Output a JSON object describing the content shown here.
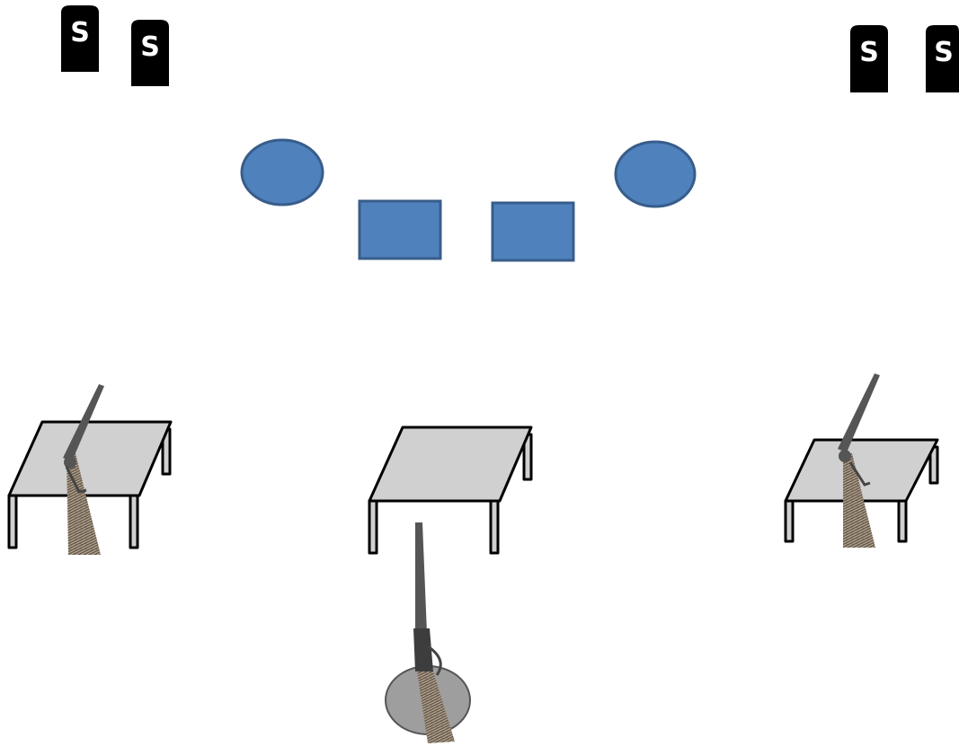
{
  "colors": {
    "background": "#ffffff",
    "shape_fill": "#4f81bd",
    "shape_stroke": "#385d8a",
    "table_top": "#d0d0d0",
    "table_stroke": "#000000",
    "marker_fill": "#000000",
    "marker_text": "#ffffff",
    "base_fill": "#9e9e9e",
    "gun_metal": "#555555",
    "gun_stock": "#7a6a58"
  },
  "markers": [
    {
      "label": "S"
    },
    {
      "label": "S"
    },
    {
      "label": "S"
    },
    {
      "label": "S"
    }
  ],
  "shapes": {
    "ovals": [
      {
        "kind": "oval"
      },
      {
        "kind": "oval"
      }
    ],
    "rectangles": [
      {
        "kind": "rectangle"
      },
      {
        "kind": "rectangle"
      }
    ]
  },
  "tables": [
    {
      "has_gun": true,
      "gun_type": "shotgun"
    },
    {
      "has_gun": false
    },
    {
      "has_gun": true,
      "gun_type": "shotgun"
    }
  ],
  "stand": {
    "gun_type": "lever-action rifle",
    "icon": "rifle-on-stand-icon"
  }
}
